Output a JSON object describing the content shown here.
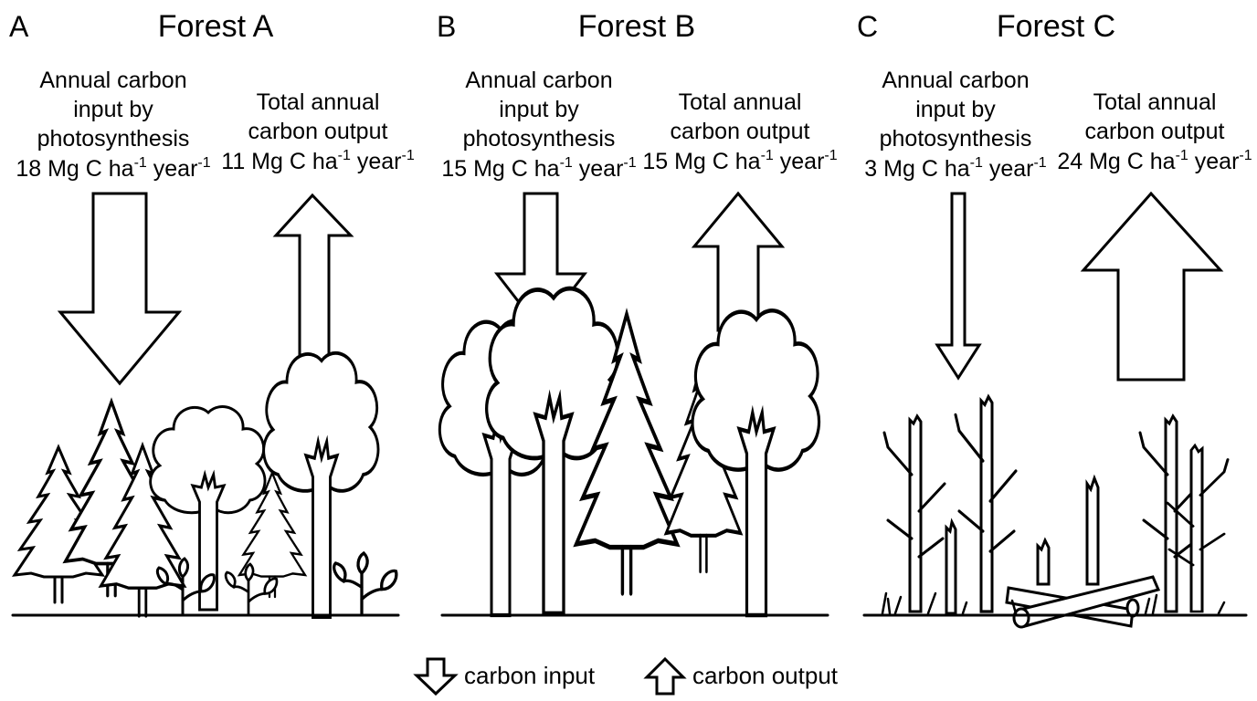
{
  "panels": [
    {
      "letter": "A",
      "title": "Forest A",
      "input": {
        "lines": [
          "Annual carbon",
          "input by",
          "photosynthesis"
        ],
        "value": "18 Mg C ha",
        "sup1": "-1",
        "year": " year",
        "sup2": "-1"
      },
      "output": {
        "lines": [
          "Total annual",
          "carbon output"
        ],
        "value": "11 Mg C ha",
        "sup1": "-1",
        "year": " year",
        "sup2": "-1"
      }
    },
    {
      "letter": "B",
      "title": "Forest B",
      "input": {
        "lines": [
          "Annual carbon",
          "input by",
          "photosynthesis"
        ],
        "value": "15 Mg C ha",
        "sup1": "-1",
        "year": " year",
        "sup2": "-1"
      },
      "output": {
        "lines": [
          "Total annual",
          "carbon output"
        ],
        "value": "15 Mg C ha",
        "sup1": "-1",
        "year": " year",
        "sup2": "-1"
      }
    },
    {
      "letter": "C",
      "title": "Forest C",
      "input": {
        "lines": [
          "Annual carbon",
          "input by",
          "photosynthesis"
        ],
        "value": "3 Mg C ha",
        "sup1": "-1",
        "year": " year",
        "sup2": "-1"
      },
      "output": {
        "lines": [
          "Total annual",
          "carbon output"
        ],
        "value": "24 Mg C ha",
        "sup1": "-1",
        "year": " year",
        "sup2": "-1"
      }
    }
  ],
  "legend": {
    "input_label": "carbon input",
    "output_label": "carbon output"
  },
  "icons": [
    "down-arrow-icon",
    "up-arrow-icon",
    "conifer-tree-icon",
    "broadleaf-tree-icon",
    "dead-tree-icon",
    "fallen-log-icon",
    "grass-icon",
    "seedling-icon"
  ]
}
